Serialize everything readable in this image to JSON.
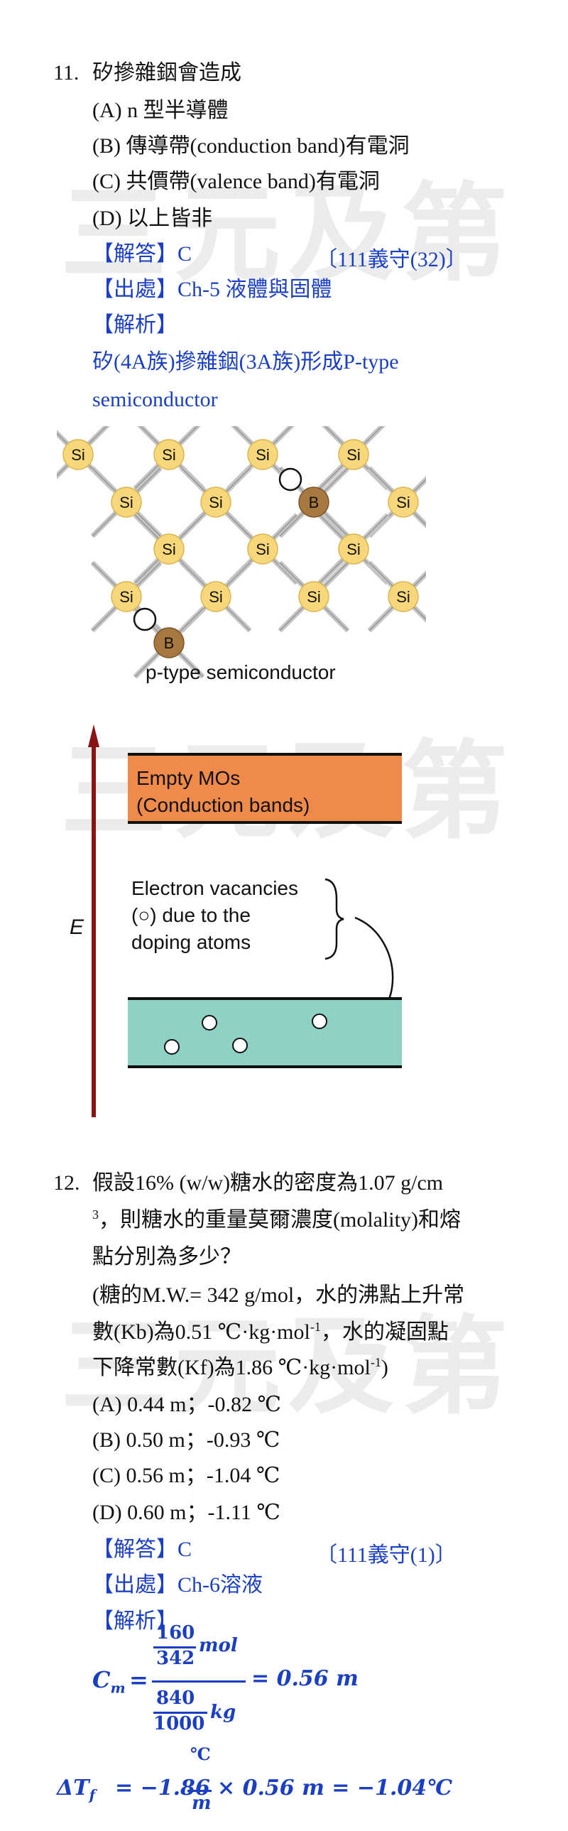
{
  "watermark": "三元及第",
  "q11": {
    "number": "11.",
    "stem": "矽摻雜銦會造成",
    "options": [
      "(A) n  型半導體",
      "(B)  傳導帶(conduction band)有電洞",
      "(C)  共價帶(valence band)有電洞",
      "(D)  以上皆非"
    ],
    "answer": "【解答】C",
    "ref": "〔111義守(32)〕",
    "source": "【出處】Ch-5  液體與固體",
    "analysis_label": "【解析】",
    "analysis_lines": [
      "矽(4A族)摻雜銦(3A族)形成P-type",
      "semiconductor"
    ]
  },
  "lattice": {
    "si_label": "Si",
    "b_label": "B",
    "caption": "p-type semiconductor",
    "si_color": "#f7d77a",
    "b_color": "#a7783f"
  },
  "band": {
    "axis_label": "E",
    "upper_lines": [
      "Empty MOs",
      "(Conduction bands)"
    ],
    "note_lines": [
      "Electron vacancies",
      "(○) due to the",
      "doping atoms"
    ],
    "upper_color": "#f08a4b",
    "lower_color": "#8fd1c4",
    "arrow_color": "#8a1414"
  },
  "q12": {
    "number": "12.",
    "stem_lines": [
      "假設16% (w/w)糖水的密度為1.07 g/cm",
      "，則糖水的重量莫爾濃度(molality)和熔",
      "點分別為多少？"
    ],
    "stem_sup": "3",
    "given_line1": "(糖的M.W.= 342 g/mol，水的沸點上升常",
    "given_line2_a": "數(Kb)為0.51 ℃·kg·mol",
    "given_line2_sup": "-1",
    "given_line2_b": "，水的凝固點",
    "given_line3_a": "下降常數(Kf)為1.86 ℃·kg·mol",
    "given_line3_sup": "-1",
    "given_line3_b": ")",
    "options": [
      "(A) 0.44 m；-0.82 ℃",
      "(B) 0.50 m；-0.93 ℃",
      "(C) 0.56 m；-1.04 ℃",
      "(D) 0.60 m；-1.11 ℃"
    ],
    "answer": "【解答】C",
    "ref": "〔111義守(1)〕",
    "source": "【出處】Ch-6溶液",
    "analysis_label": "【解析】",
    "formula1": {
      "lhs": "C",
      "lhs_sub": "m",
      "eq": "=",
      "n1": "160",
      "d1": "342",
      "u1": "mol",
      "n2": "840",
      "d2": "1000",
      "u2": "kg",
      "rhs": "= 0.56 m"
    },
    "formula2": {
      "lhs": "ΔT",
      "lhs_sub": "f",
      "eq": "= −1.86",
      "unit_num": "℃",
      "unit_den": "m",
      "rhs": "× 0.56 m = −1.04℃"
    }
  }
}
